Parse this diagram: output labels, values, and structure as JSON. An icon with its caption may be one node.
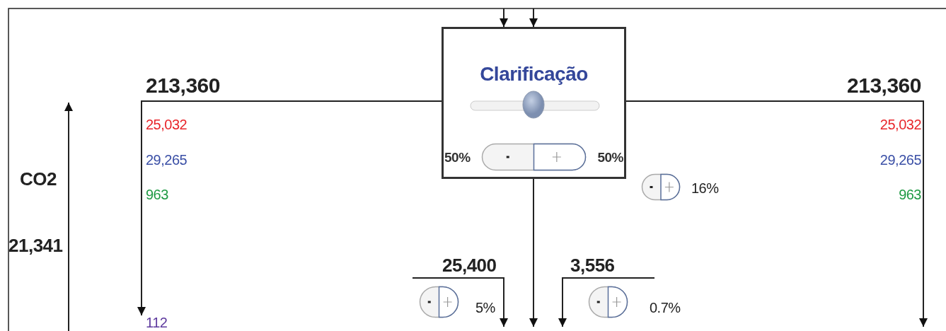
{
  "diagram": {
    "nodes": [
      {
        "text": [
          "Clarificação",
          "50%",
          "50%"
        ]
      },
      {
        "text": [
          "112"
        ]
      }
    ],
    "edges": [
      {
        "from": null,
        "to": 0,
        "arrow": "to"
      },
      {
        "from": null,
        "to": 0,
        "arrow": "to"
      },
      {
        "from": 0,
        "to": 1,
        "arrow": "to"
      },
      {
        "from": 0,
        "to": null,
        "arrow": "to"
      },
      {
        "from": 0,
        "to": null,
        "arrow": "to"
      }
    ],
    "labels": [
      "213,360",
      "213,360",
      "25,032",
      "25,032",
      "29,265",
      "29,265",
      "CO2",
      "963",
      "963",
      "16%",
      "21,341",
      "25,400",
      "3,556",
      "5%",
      "0.7%"
    ]
  }
}
